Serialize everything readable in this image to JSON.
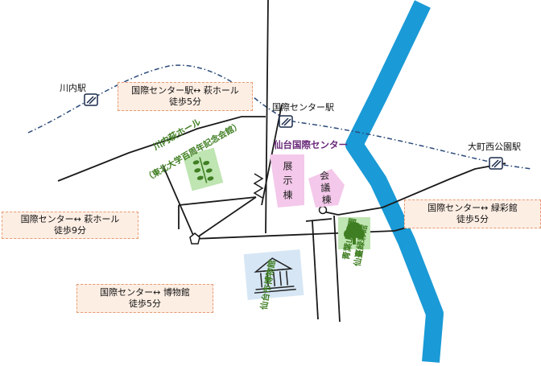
{
  "stations": {
    "sendai_uchi": "川内駅",
    "kokusai_center": "国際センター駅",
    "omachi_nishikoen": "大町西公園駅"
  },
  "info_boxes": [
    {
      "line1": "国際センター駅↔  萩ホール",
      "line2": "徒歩5分"
    },
    {
      "line1": "国際センター↔  萩ホール",
      "line2": "徒歩9分"
    },
    {
      "line1": "国際センター↔  博物館",
      "line2": "徒歩5分"
    },
    {
      "line1": "国際センター↔  緑彩館",
      "line2": "徒歩5分"
    }
  ],
  "places": {
    "hagi_hall": "川内萩ホール",
    "hagi_hall_sub": "（東北大学百周年記念会館）",
    "sendai_intl_center": "仙台国際センター",
    "exhibition": "展示棟",
    "conference": "会議棟",
    "aobayama_park": "青葉山公園",
    "ryokusaikan": "仙臺緑彩館",
    "museum": "仙台市博物館"
  },
  "colors": {
    "river": "#1a9ad6",
    "road": "#1a1a1a",
    "subway_line": "#2a4a7a",
    "box_fill": "#fdeee4",
    "box_border": "#e89a72",
    "building_fill": "#f4c8ea",
    "museum_fill": "#d6e6f4",
    "park_fill": "#bfe5b2",
    "green_text": "#3f7e22",
    "purple_text": "#6a2a7a"
  },
  "icons": [
    "subway-station-icon",
    "museum-building-icon",
    "tree-icon",
    "leaf-icon"
  ]
}
